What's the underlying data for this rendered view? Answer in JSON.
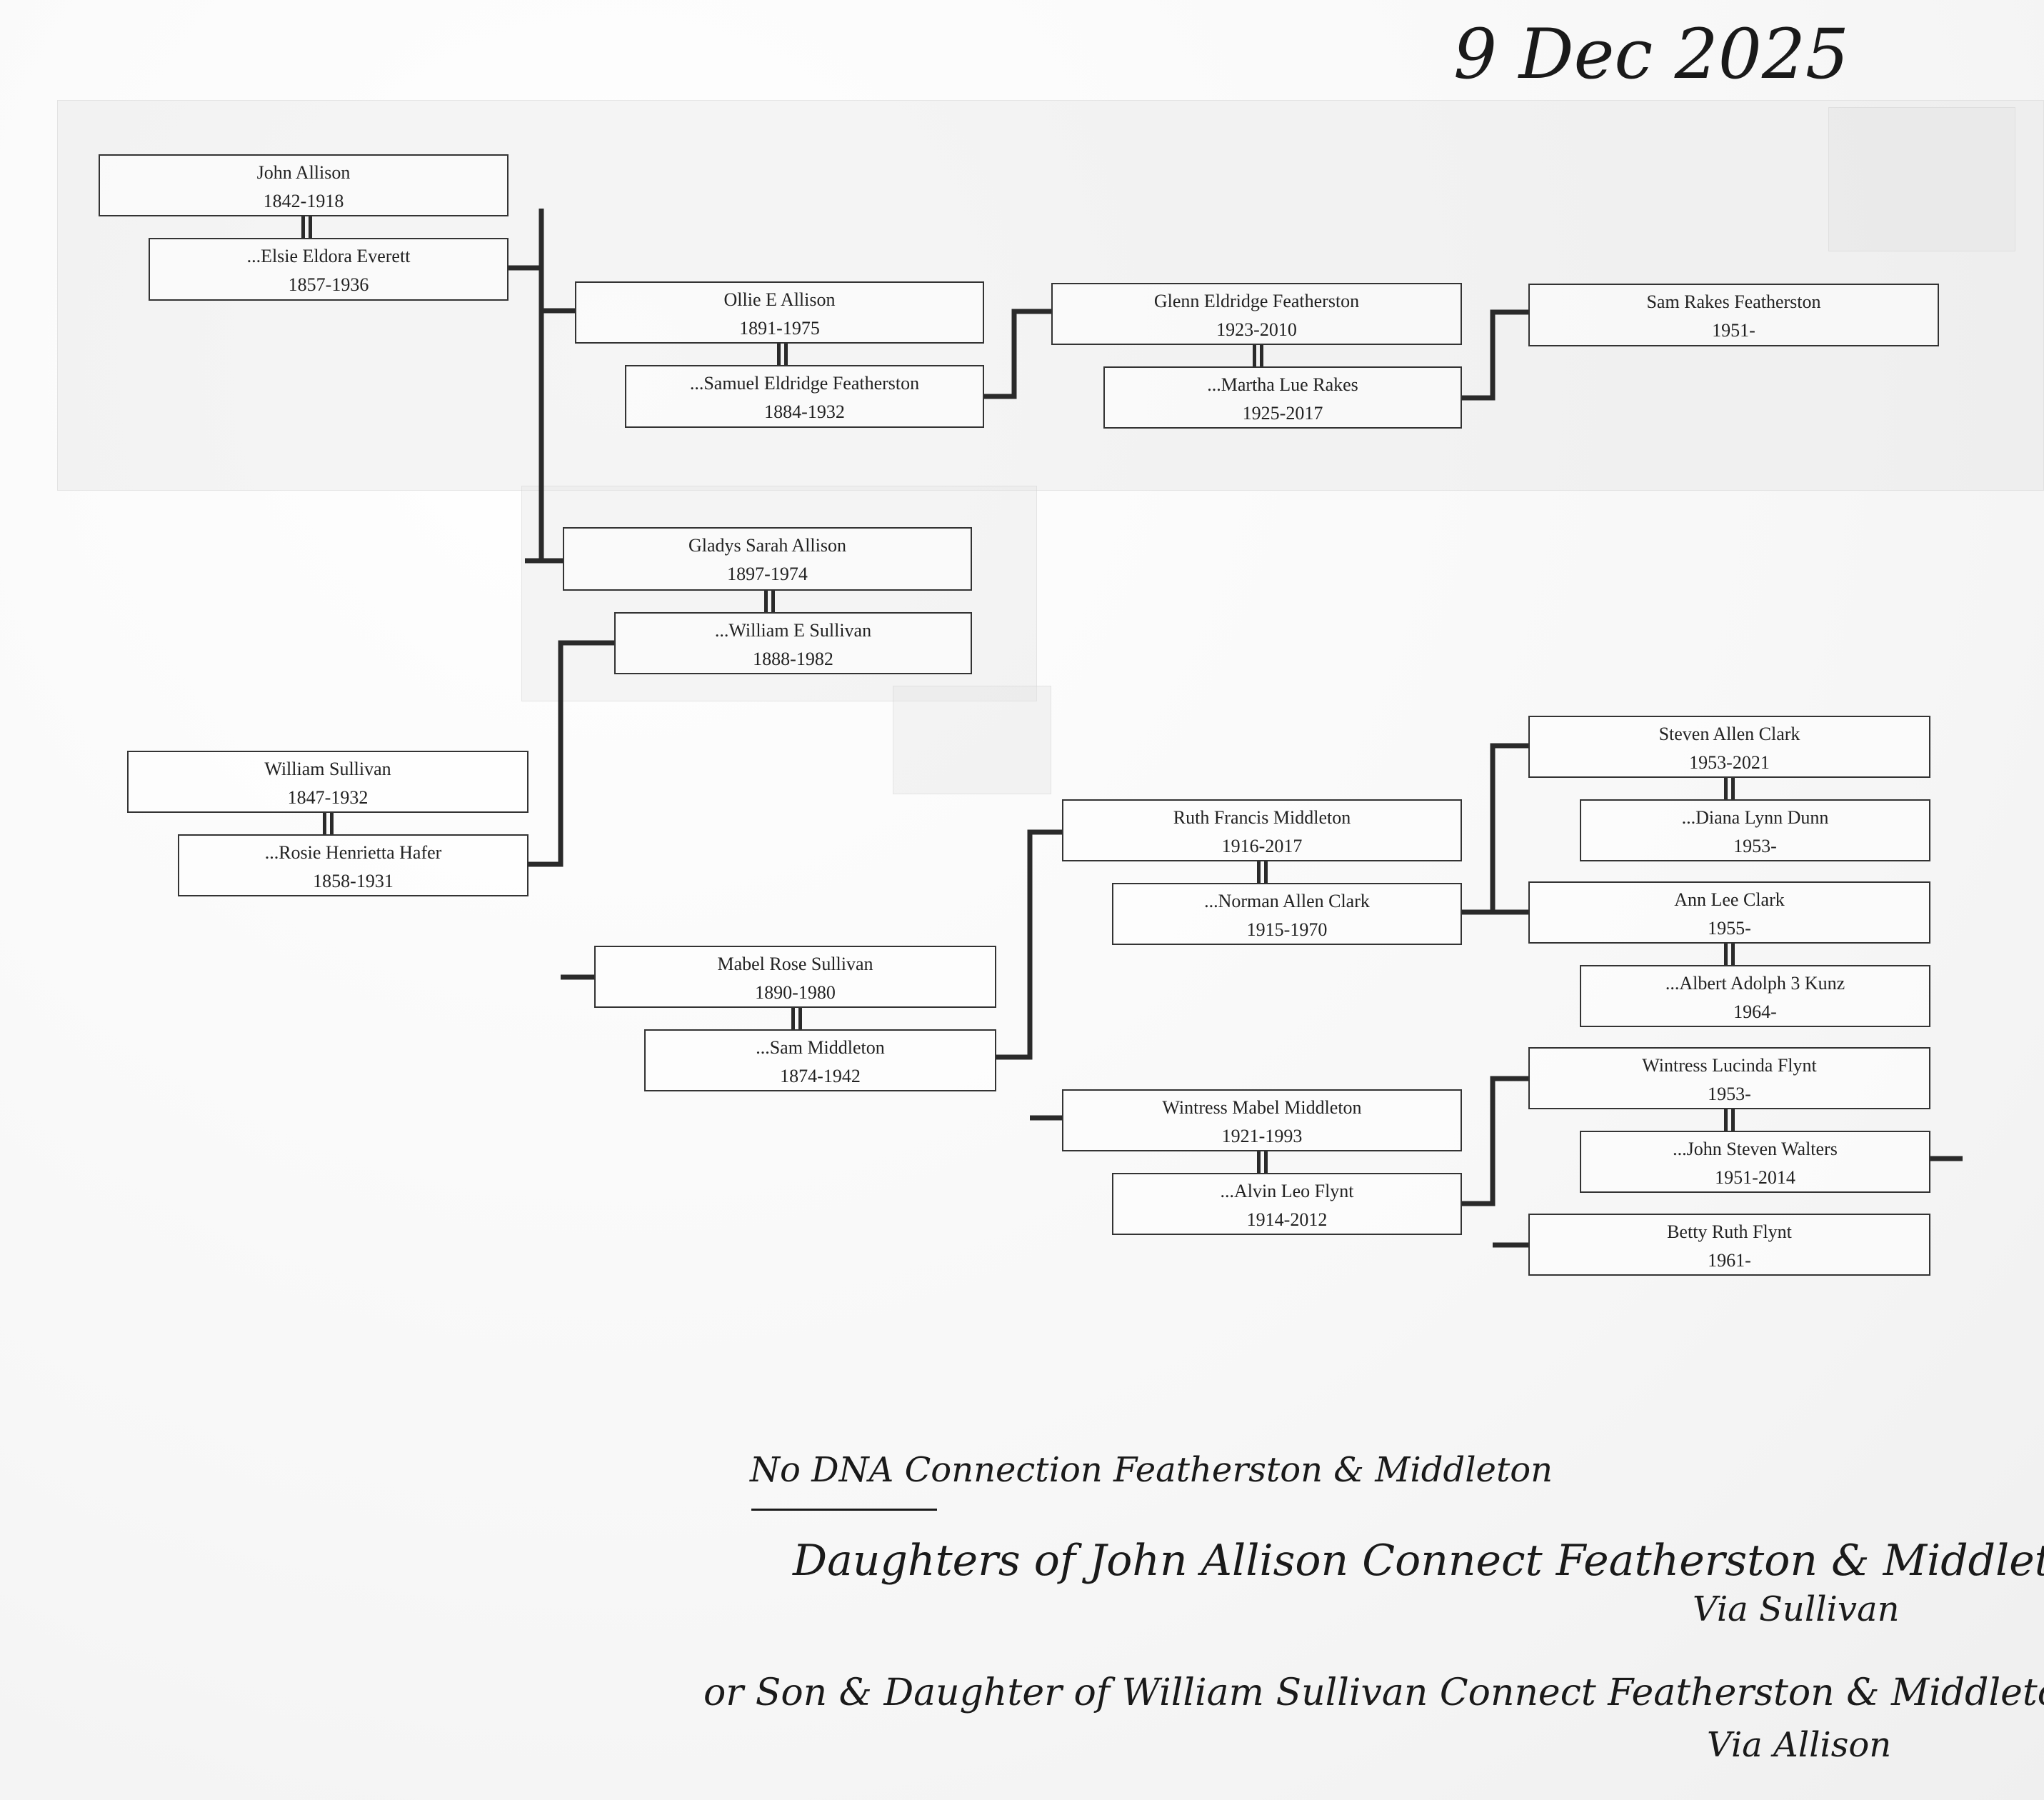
{
  "date_note": "9 Dec 2025",
  "people": {
    "john_allison": {
      "name": "John Allison",
      "years": "1842-1918"
    },
    "elsie_everett": {
      "name": "...Elsie Eldora Everett",
      "years": "1857-1936"
    },
    "ollie_allison": {
      "name": "Ollie E Allison",
      "years": "1891-1975"
    },
    "samuel_featherston": {
      "name": "...Samuel Eldridge Featherston",
      "years": "1884-1932"
    },
    "glenn_featherston": {
      "name": "Glenn Eldridge Featherston",
      "years": "1923-2010"
    },
    "martha_rakes": {
      "name": "...Martha Lue Rakes",
      "years": "1925-2017"
    },
    "sam_featherston": {
      "name": "Sam Rakes Featherston",
      "years": "1951-"
    },
    "gladys_allison": {
      "name": "Gladys Sarah Allison",
      "years": "1897-1974"
    },
    "william_e_sullivan": {
      "name": "...William E Sullivan",
      "years": "1888-1982"
    },
    "william_sullivan": {
      "name": "William Sullivan",
      "years": "1847-1932"
    },
    "rosie_hafer": {
      "name": "...Rosie Henrietta Hafer",
      "years": "1858-1931"
    },
    "mabel_sullivan": {
      "name": "Mabel Rose Sullivan",
      "years": "1890-1980"
    },
    "sam_middleton": {
      "name": "...Sam Middleton",
      "years": "1874-1942"
    },
    "ruth_middleton": {
      "name": "Ruth Francis Middleton",
      "years": "1916-2017"
    },
    "norman_clark": {
      "name": "...Norman Allen Clark",
      "years": "1915-1970"
    },
    "steven_clark": {
      "name": "Steven Allen Clark",
      "years": "1953-2021"
    },
    "diana_dunn": {
      "name": "...Diana Lynn Dunn",
      "years": "1953-"
    },
    "ann_clark": {
      "name": "Ann Lee Clark",
      "years": "1955-"
    },
    "albert_kunz": {
      "name": "...Albert Adolph 3 Kunz",
      "years": "1964-"
    },
    "wintress_mabel_middleton": {
      "name": "Wintress Mabel Middleton",
      "years": "1921-1993"
    },
    "alvin_flynt": {
      "name": "...Alvin Leo Flynt",
      "years": "1914-2012"
    },
    "wintress_lucinda_flynt": {
      "name": "Wintress Lucinda Flynt",
      "years": "1953-"
    },
    "john_walters": {
      "name": "...John Steven Walters",
      "years": "1951-2014"
    },
    "betty_flynt": {
      "name": "Betty Ruth Flynt",
      "years": "1961-"
    }
  },
  "notes": {
    "line1": "No DNA Connection Featherston & Middleton",
    "line2a": "Daughters of John Allison Connect Featherston & Middleton",
    "line2b": "Via Sullivan",
    "line3a": "or Son & Daughter of William Sullivan Connect Featherston & Middleton",
    "line3b": "Via Allison"
  }
}
